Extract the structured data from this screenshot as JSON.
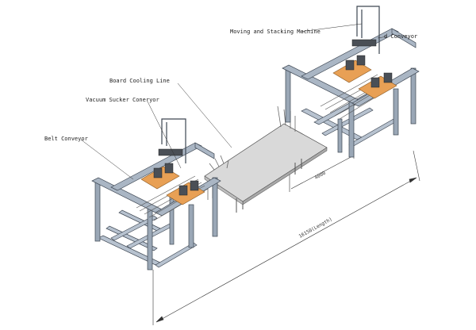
{
  "labels": {
    "moving_stacking": "Moving and Stacking Machine",
    "belt_conveyor_right": "d Conveyor",
    "board_cooling": "Board Cooling Line",
    "vacuum_sucker": "Vacuum Sucker Coneryor",
    "belt_conveyor_left": "Belt Conveyor"
  },
  "dimensions": {
    "gap": "4000",
    "overall": "16150(Length)"
  }
}
